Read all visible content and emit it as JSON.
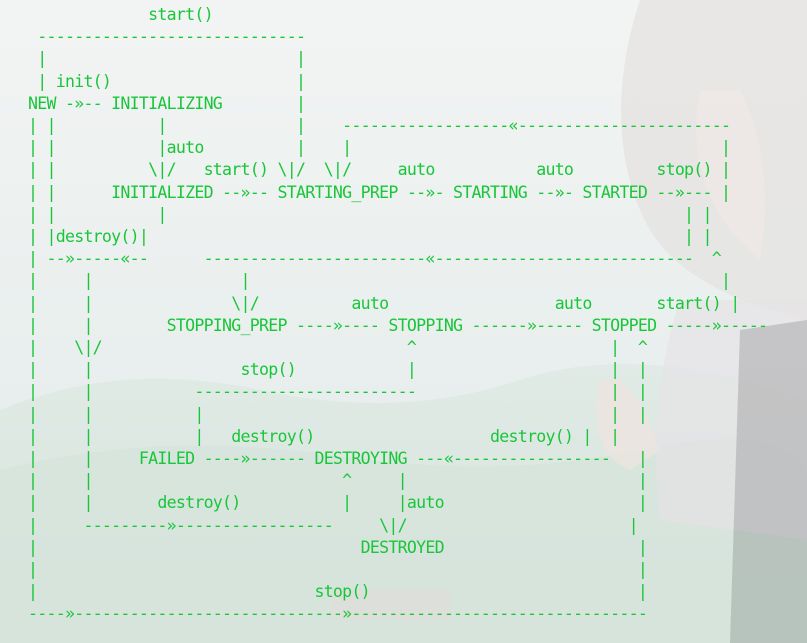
{
  "diagram": {
    "title": "start()",
    "lines": [
      "             start()",
      " -----------------------------",
      " |                           |",
      " | init()                    |",
      "NEW -»-- INITIALIZING        |",
      "| |           |              |    ------------------«-----------------------",
      "| |           |auto          |    |                                        |",
      "| |          \\|/   start() \\|/  \\|/     auto           auto         stop() |",
      "| |      INITIALIZED --»-- STARTING_PREP --»- STARTING --»- STARTED --»--- |",
      "| |           |                                                        | |",
      "| |destroy()|                                                          | |",
      "| --»-----«--      ------------------------«----------------------------  ^",
      "|     |                |                                                   |",
      "|     |               \\|/          auto                  auto       start() |",
      "|     |        STOPPING_PREP ----»---- STOPPING ------»----- STOPPED -----»-----",
      "|    \\|/                                 ^                     |  ^",
      "|     |                stop()            |                     |  |",
      "|     |           ------------------------                     |  |",
      "|     |           |                                            |  |",
      "|     |           |   destroy()                   destroy() |  |",
      "|     |     FAILED ----»------ DESTROYING ---«-----------------   |",
      "|     |                           ^     |                         |",
      "|     |       destroy()           |     |auto                     |",
      "|     ---------»-----------------     \\|/                        |",
      "|                                   DESTROYED                     |",
      "|                                                                 |",
      "|                              stop()                             |",
      "----»-----------------------------»--------------------------------"
    ],
    "state_labels": [
      "NEW",
      "INITIALIZING",
      "INITIALIZED",
      "STARTING_PREP",
      "STARTING",
      "STARTED",
      "STOPPING_PREP",
      "STOPPING",
      "STOPPED",
      "FAILED",
      "DESTROYING",
      "DESTROYED"
    ],
    "text_color": "#19c63a"
  }
}
